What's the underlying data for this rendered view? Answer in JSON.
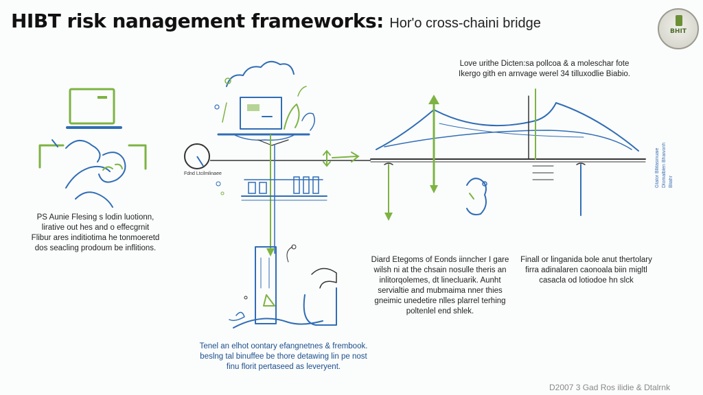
{
  "title": {
    "main": "HIBT risk nanagement frameworks:",
    "sub": "Hor'o cross-chaini bridge"
  },
  "logo": {
    "text": "BHIT"
  },
  "blocks": {
    "top_right": [
      "Love urithe Dicten:sa pollcoa & a moleschar fote",
      "Ikergo gith en arnvage werel 34 tilluxodlie Biabio."
    ],
    "left": [
      "PS Aunie Flesing s lodin luotionn,",
      "lirative out hes and o effecgrnit",
      "Flibur ares inditiotima he tonmoeretd",
      "dos seacling prodoum be inflitions."
    ],
    "center_bottom": [
      "Tenel an elhot oontary efangnetnes & frembook.",
      "beslng tal binuffee be thore detawing lin pe nost",
      "finu florit pertaseed as leveryent."
    ],
    "middle_right": [
      "Diard Etegoms of Eonds iinncher I gare",
      "wilsh ni at the chsain nosulle theris an",
      "inlitorqolemes, dt linecluarik. Aunht",
      "servialtie and mubmaima nner thies",
      "gneimic unedetire nlles plarrel terhing",
      "poltenlel end shlek."
    ],
    "far_right": [
      "Finall or linganida bole anut thertolary",
      "firra adinalaren caonoala biin migltl",
      "casacla od lotiodoe hn slck"
    ]
  },
  "labels": {
    "gauge": "Fdnd Ltcilmlinaee",
    "vertical_1": "Gtalor Bllitasinuaie",
    "vertical_2": "Dlomalblen Bhaivonh",
    "vertical_3": "Bliahr"
  },
  "footer": "D2007 3 Gad Ros ilidie & Dtalrnk",
  "colors": {
    "green": "#7cb342",
    "blue": "#2f6db5",
    "dark": "#333333"
  }
}
